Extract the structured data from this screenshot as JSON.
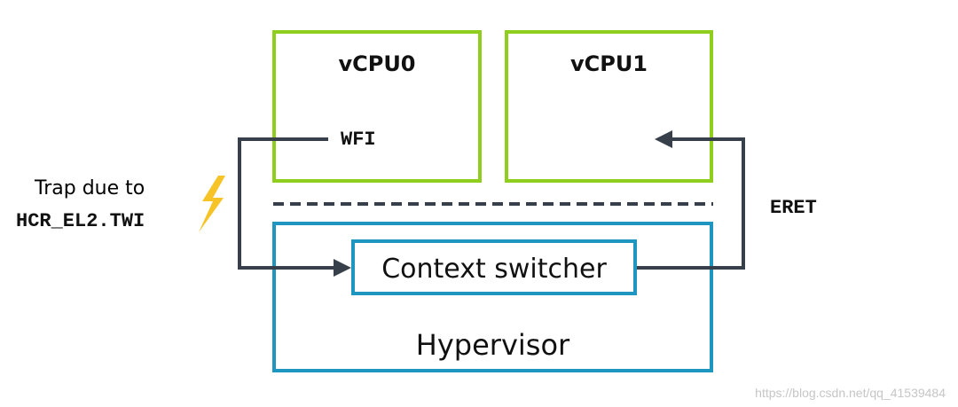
{
  "vcpu0": {
    "title": "vCPU0",
    "instruction": "WFI"
  },
  "vcpu1": {
    "title": "vCPU1"
  },
  "trap": {
    "line1": "Trap due to",
    "line2": "HCR_EL2.TWI"
  },
  "eret": "ERET",
  "hypervisor": {
    "title": "Hypervisor",
    "context_switcher": "Context switcher"
  },
  "watermark": "https://blog.csdn.net/qq_41539484",
  "colors": {
    "vcpu_border": "#8fce1c",
    "hypervisor_border": "#1e96c0",
    "arrow": "#37404a",
    "lightning": "#f6c427"
  },
  "icons": [
    "lightning-bolt-icon",
    "arrow-right-icon",
    "arrow-left-icon"
  ]
}
